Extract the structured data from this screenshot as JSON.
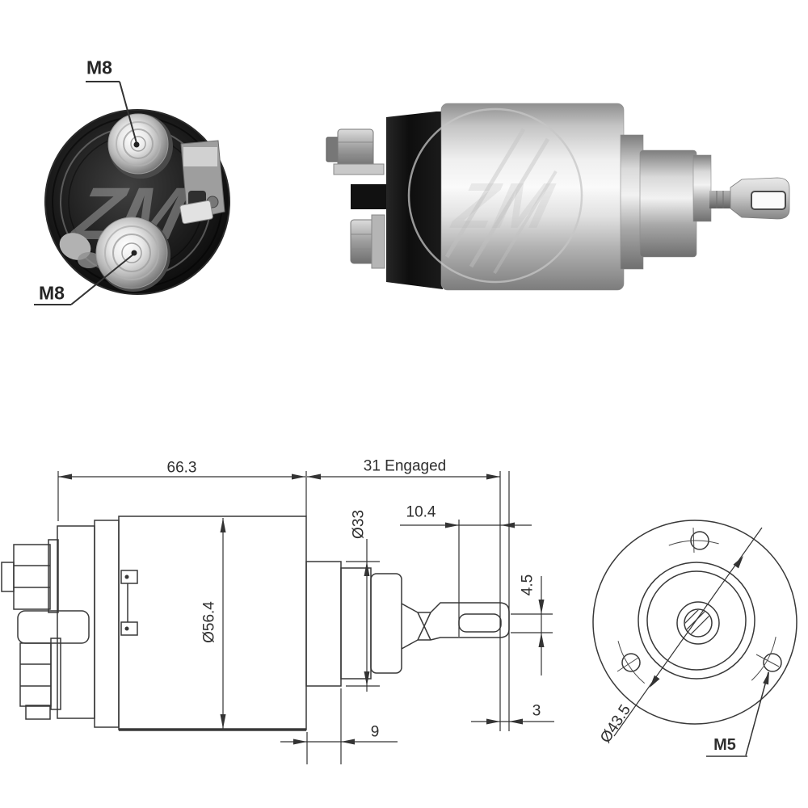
{
  "watermark": {
    "text": "ZM"
  },
  "photo_labels": {
    "m8_top": "M8",
    "m8_bottom": "M8"
  },
  "dimensions": {
    "overall_length": "66.3",
    "engaged_travel": "31 Engaged",
    "slot_length": "10.4",
    "shoulder_diameter": "Ø33",
    "body_diameter": "Ø56.4",
    "slot_width": "4.5",
    "tip_clearance": "3",
    "shoulder_length": "9",
    "bolt_circle_diameter": "Ø43.5",
    "mounting_hole_thread": "M5"
  }
}
